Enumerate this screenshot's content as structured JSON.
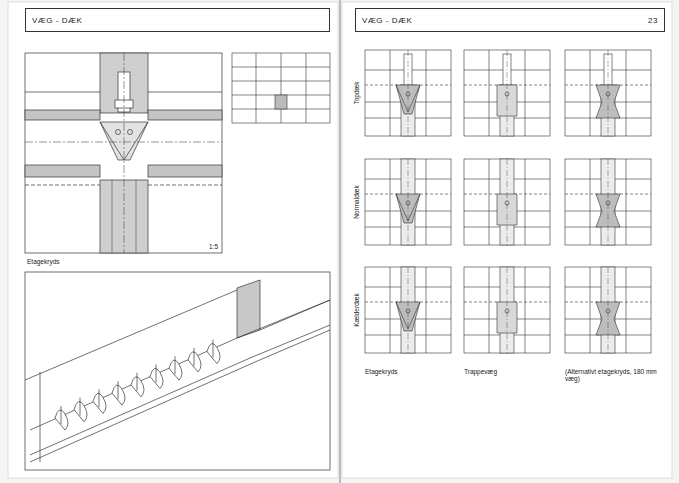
{
  "diagram": {
    "nodes": [
      {
        "text": [
          "VÆG - DÆK"
        ]
      },
      {
        "text": [
          "VÆG - DÆK",
          "23"
        ]
      }
    ],
    "labels": [
      "1:5",
      "Etagekryds",
      "Topdæk",
      "Normaldæk",
      "Kælderdæk",
      "Etagekryds",
      "Trappevæg",
      "(Alternativt etagekryds, 180 mm væg)"
    ]
  }
}
